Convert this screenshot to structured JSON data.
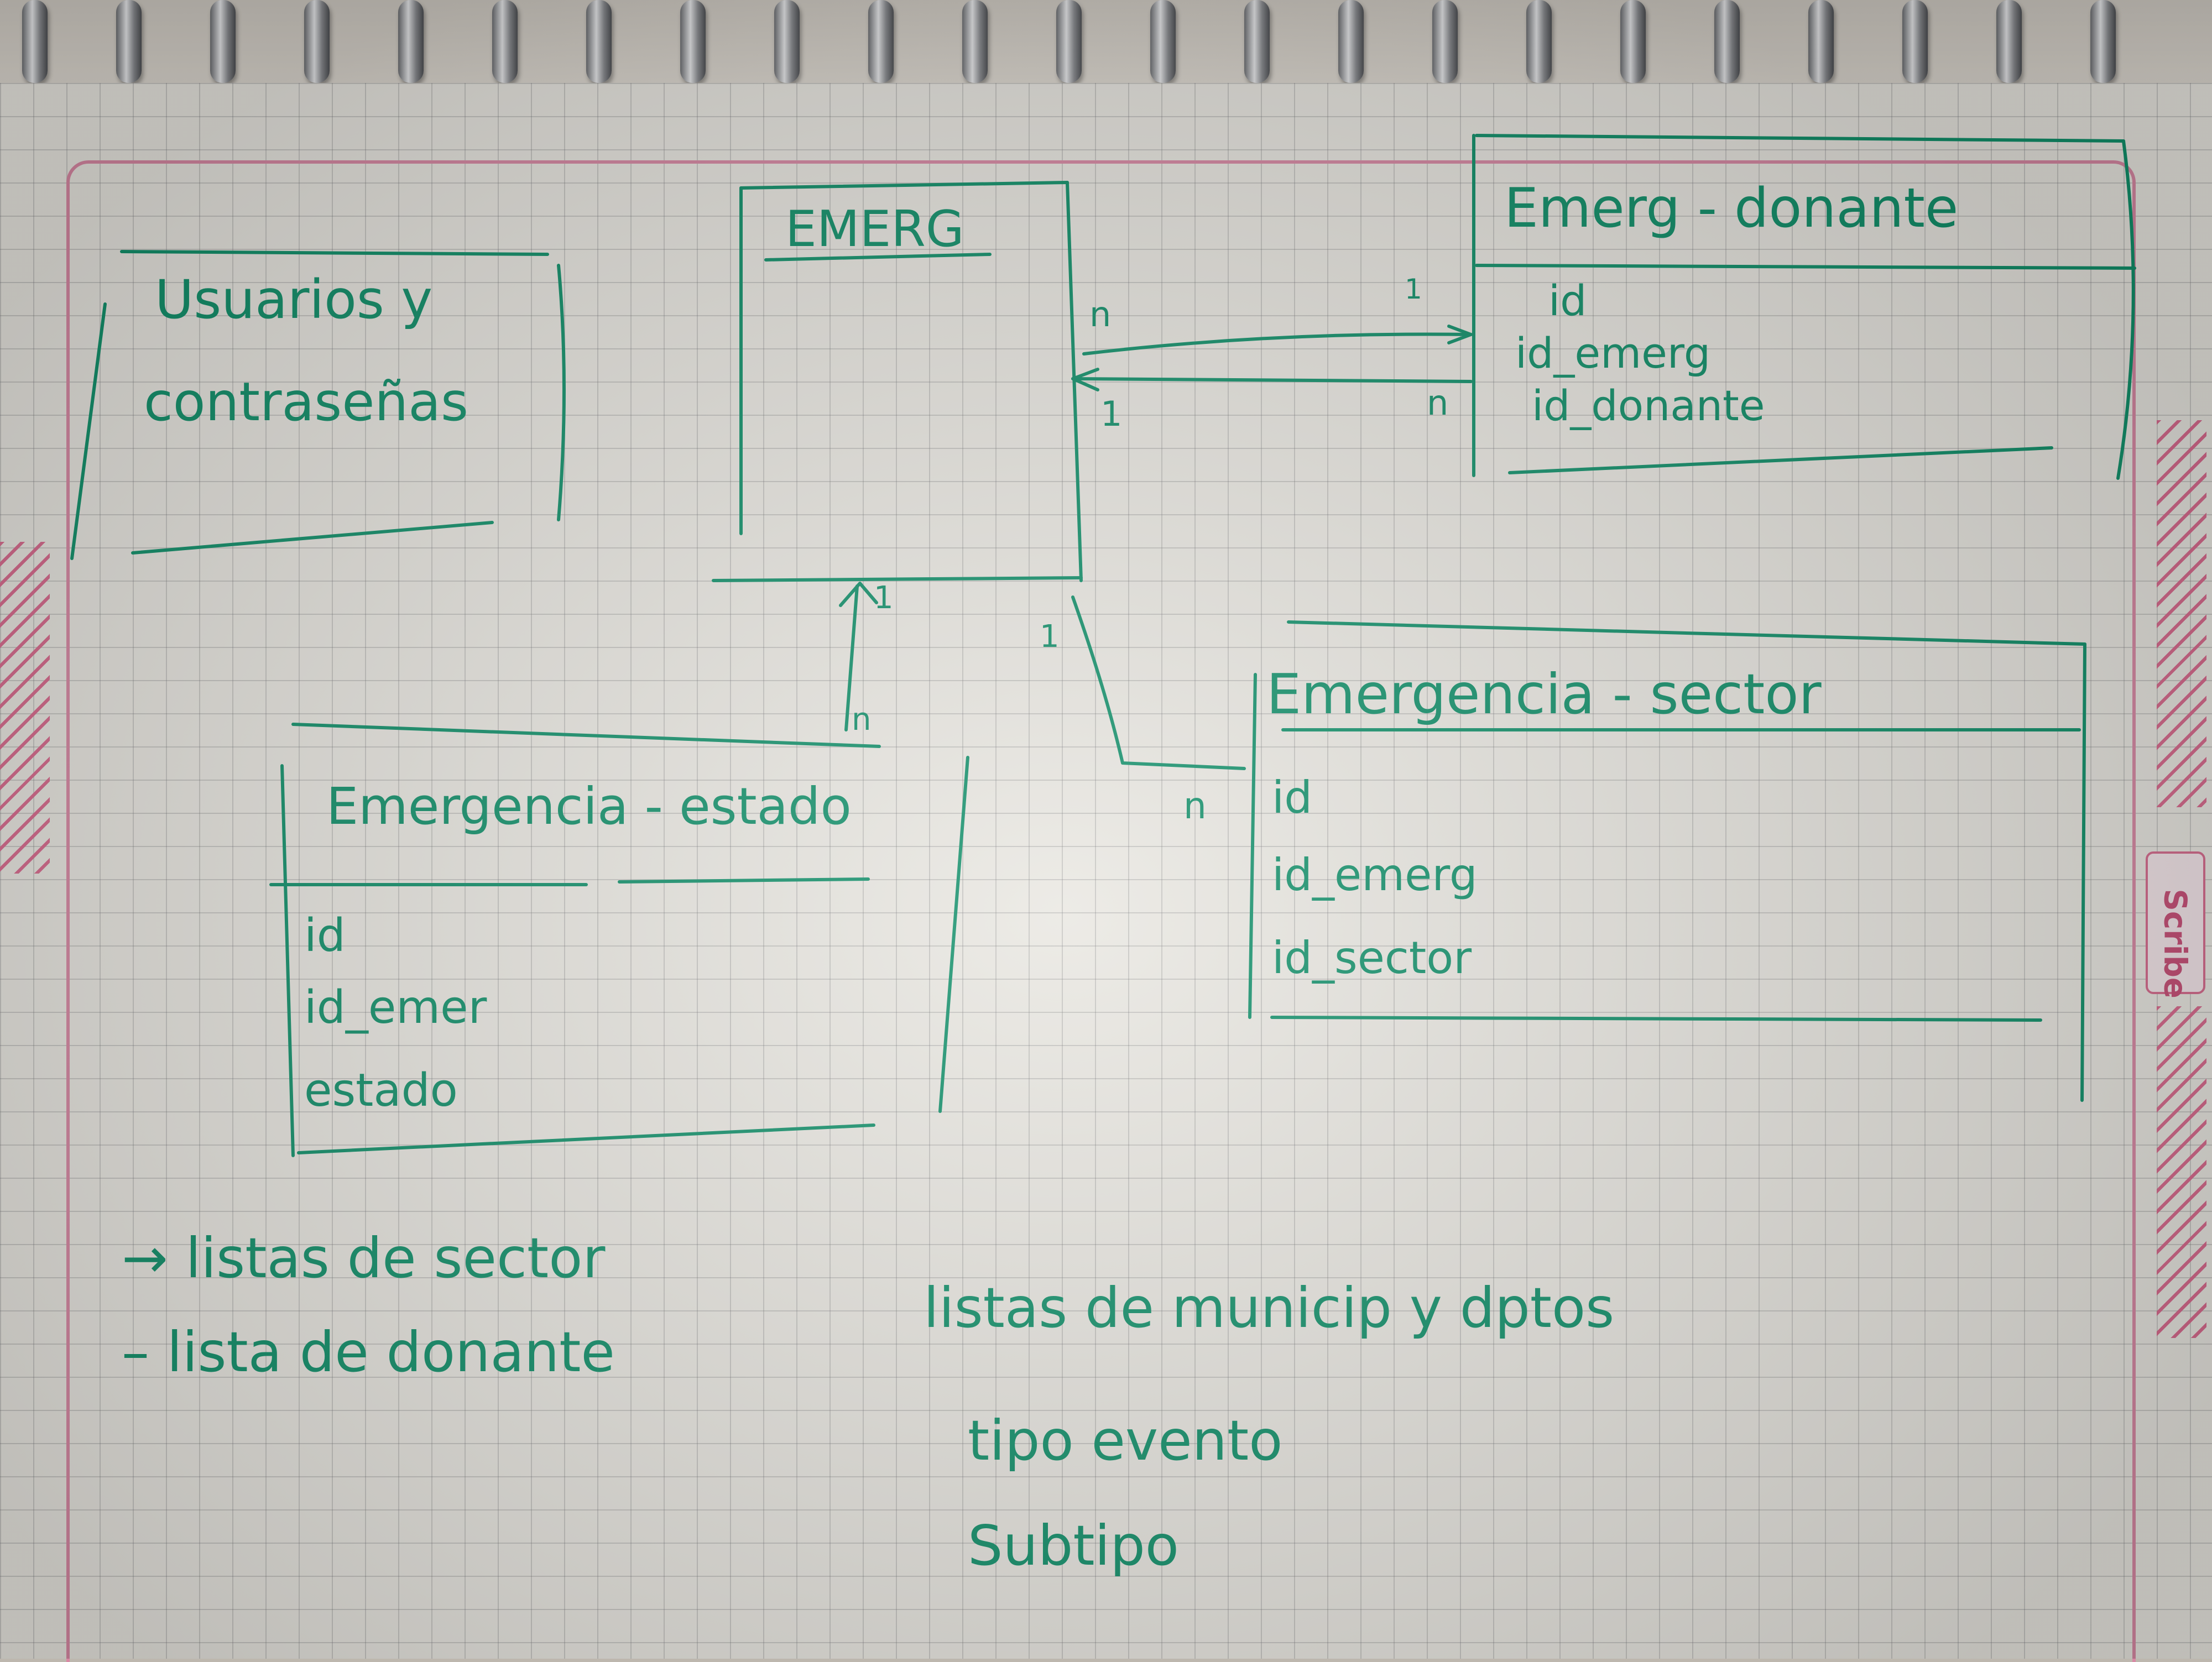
{
  "colors": {
    "ink": "#11906a",
    "paper": "#e9e7e1",
    "margin": "#d889a4"
  },
  "brand": "Scribe",
  "entities": {
    "usuarios": {
      "title_line1": "Usuarios y",
      "title_line2": "contraseñas"
    },
    "emerg": {
      "title": "EMERG"
    },
    "emerg_donante": {
      "title": "Emerg - donante",
      "fields": [
        "id",
        "id_emerg",
        "id_donante"
      ]
    },
    "emergencia_sector": {
      "title": "Emergencia - sector",
      "fields": [
        "id",
        "id_emerg",
        "id_sector"
      ]
    },
    "emergencia_estado": {
      "title": "Emergencia - estado",
      "fields": [
        "id",
        "id_emer",
        "estado"
      ]
    }
  },
  "cardinality": {
    "emerg_donante_left_top": "n",
    "emerg_donante_right_top": "1",
    "emerg_donante_left_bottom": "1",
    "emerg_donante_right_bottom": "n",
    "estado_top": "1",
    "estado_bottom": "n",
    "sector_top": "1",
    "sector_side": "n"
  },
  "notes": {
    "left_1": "→ listas de sector",
    "left_2": "– lista de donante",
    "center_1": "listas de municip y dptos",
    "center_2": "tipo evento",
    "center_3": "Subtipo"
  }
}
